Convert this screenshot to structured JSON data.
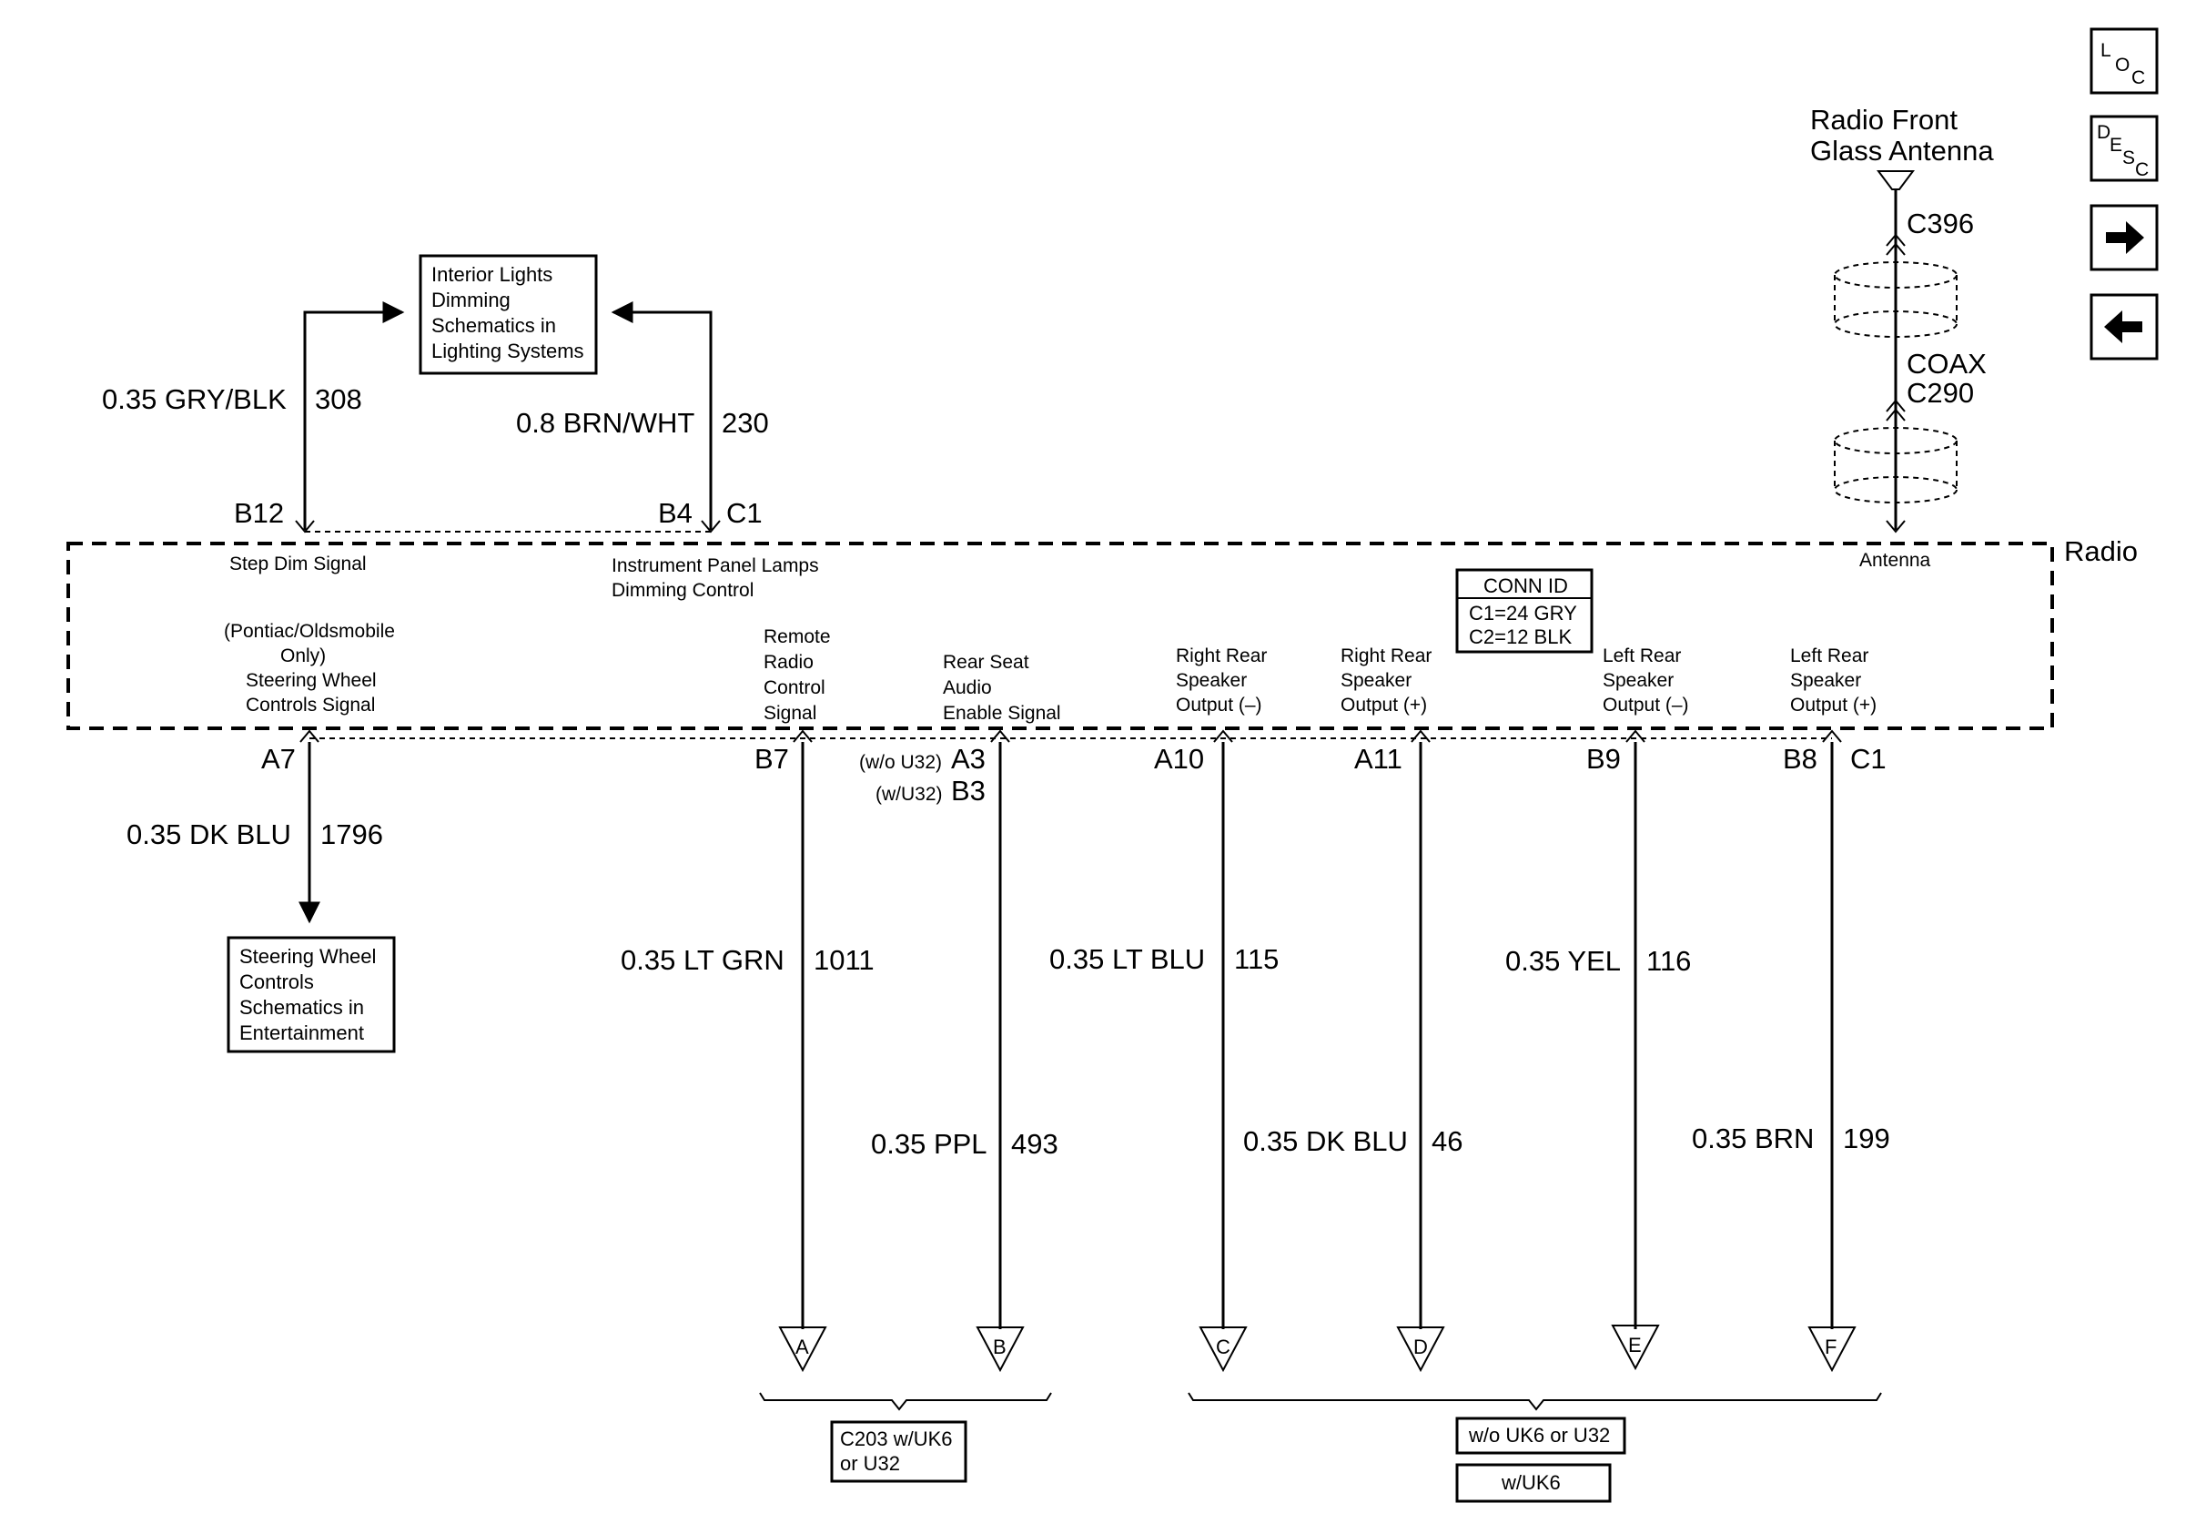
{
  "nav": {
    "loc": [
      "L",
      "O",
      "C"
    ],
    "desc": [
      "D",
      "E",
      "S",
      "C"
    ]
  },
  "antenna": {
    "title_line1": "Radio Front",
    "title_line2": "Glass Antenna",
    "conn_c396": "C396",
    "coax_line1": "COAX",
    "coax_line2": "C290",
    "pin_label": "Antenna"
  },
  "radio": {
    "label": "Radio",
    "conn_id": {
      "title": "CONN ID",
      "line1": "C1=24 GRY",
      "line2": "C2=12 BLK"
    }
  },
  "top_circuits": {
    "box_lines": [
      "Interior Lights",
      "Dimming",
      "Schematics in",
      "Lighting Systems"
    ],
    "left": {
      "wire": "0.35 GRY/BLK",
      "circuit": "308",
      "pin": "B12",
      "signal": "Step Dim Signal"
    },
    "right": {
      "wire": "0.8 BRN/WHT",
      "circuit": "230",
      "pin": "B4",
      "conn": "C1",
      "signal_line1": "Instrument Panel Lamps",
      "signal_line2": "Dimming Control"
    }
  },
  "steering": {
    "signal_lines": [
      "(Pontiac/Oldsmobile",
      "Only)",
      "Steering Wheel",
      "Controls Signal"
    ],
    "pin": "A7",
    "wire": "0.35 DK BLU",
    "circuit": "1796",
    "box_lines": [
      "Steering Wheel",
      "Controls",
      "Schematics in",
      "Entertainment"
    ]
  },
  "outputs": [
    {
      "signal": [
        "Remote",
        "Radio",
        "Control",
        "Signal"
      ],
      "pin": "B7",
      "wire": "0.35 LT GRN",
      "circuit": "1011",
      "dest": "A"
    },
    {
      "signal": [
        "Rear Seat",
        "Audio",
        "Enable Signal"
      ],
      "pin": "A3",
      "pin_note": "(w/o U32)",
      "pin2": "B3",
      "pin2_note": "(w/U32)",
      "wire": "0.35 PPL",
      "circuit": "493",
      "dest": "B"
    },
    {
      "signal": [
        "Right Rear",
        "Speaker",
        "Output (–)"
      ],
      "pin": "A10",
      "wire": "0.35 LT BLU",
      "circuit": "115",
      "dest": "C"
    },
    {
      "signal": [
        "Right Rear",
        "Speaker",
        "Output (+)"
      ],
      "pin": "A11",
      "wire": "0.35 DK BLU",
      "circuit": "46",
      "dest": "D"
    },
    {
      "signal": [
        "Left  Rear",
        "Speaker",
        "Output (–)"
      ],
      "pin": "B9",
      "wire": "0.35 YEL",
      "circuit": "116",
      "dest": "E"
    },
    {
      "signal": [
        "Left Rear",
        "Speaker",
        "Output (+)"
      ],
      "pin": "B8",
      "conn": "C1",
      "wire": "0.35 BRN",
      "circuit": "199",
      "dest": "F"
    }
  ],
  "groups": {
    "left_lines": [
      "C203 w/UK6",
      "or U32"
    ],
    "right_box1": "w/o UK6 or U32",
    "right_box2": "w/UK6"
  }
}
